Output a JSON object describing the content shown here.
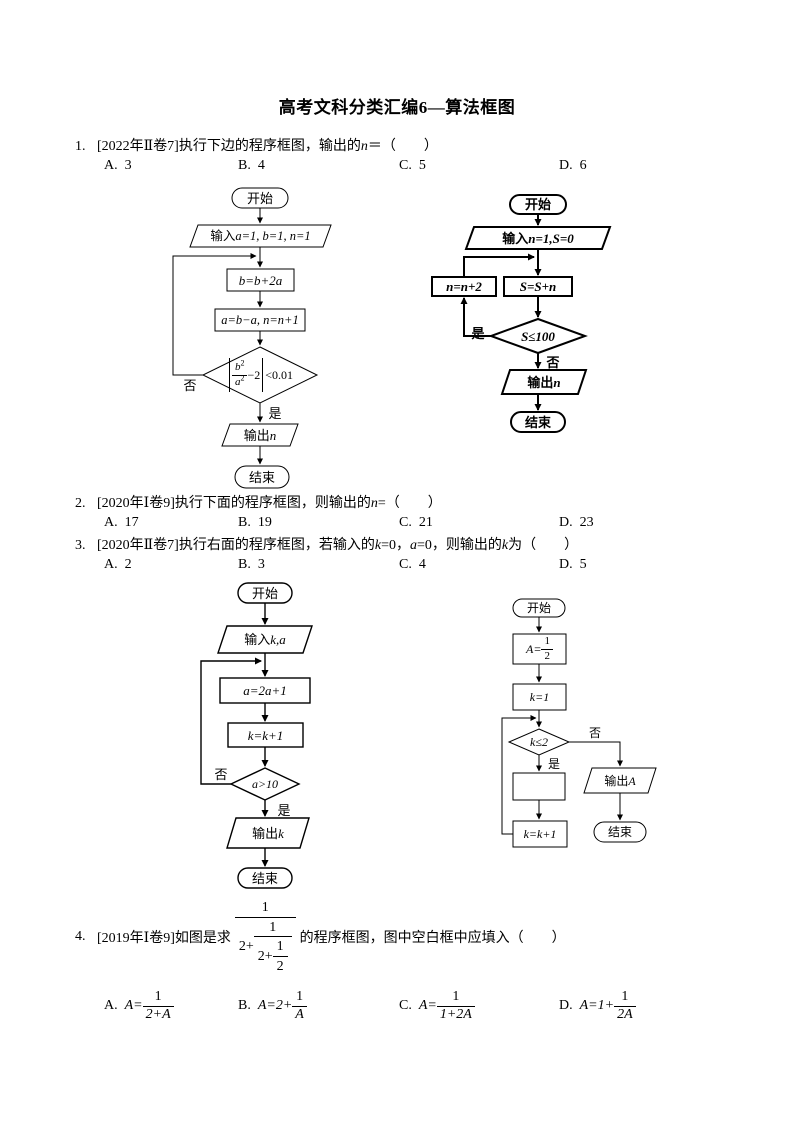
{
  "page": {
    "title": "高考文科分类汇编6—算法框图"
  },
  "q1": {
    "num": "1.",
    "pre": "[2022年Ⅱ卷7]执行下边的程序框图，输出的",
    "v1": "n",
    "tail": "＝（　　）",
    "options": [
      {
        "label": "A.",
        "value": "3"
      },
      {
        "label": "B.",
        "value": "4"
      },
      {
        "label": "C.",
        "value": "5"
      },
      {
        "label": "D.",
        "value": "6"
      }
    ]
  },
  "q2": {
    "num": "2.",
    "pre": "[2020年Ⅰ卷9]执行下面的程序框图，则输出的",
    "v1": "n",
    "tail": "=（　　）",
    "options": [
      {
        "label": "A.",
        "value": "17"
      },
      {
        "label": "B.",
        "value": "19"
      },
      {
        "label": "C.",
        "value": "21"
      },
      {
        "label": "D.",
        "value": "23"
      }
    ]
  },
  "q3": {
    "num": "3.",
    "pre": "[2020年Ⅱ卷7]执行右面的程序框图，若输入的",
    "m1": "k",
    "t1": "=0，",
    "m2": "a",
    "t2": "=0，则输出的",
    "m3": "k",
    "t3": "为（　　）",
    "options": [
      {
        "label": "A.",
        "value": "2"
      },
      {
        "label": "B.",
        "value": "3"
      },
      {
        "label": "C.",
        "value": "4"
      },
      {
        "label": "D.",
        "value": "5"
      }
    ]
  },
  "q4": {
    "num": "4.",
    "pre": "[2019年Ⅰ卷9]如图是求",
    "tail": "的程序框图，图中空白框中应填入（　　）",
    "expr": {
      "n1": "1",
      "p1": "2+",
      "n2": "1",
      "p2": "2+",
      "n3": "1",
      "d3": "2"
    },
    "options": [
      {
        "label": "A.",
        "pre": "A=",
        "fnum": "1",
        "fden": "2+A"
      },
      {
        "label": "B.",
        "pre": "A=2+",
        "fnum": "1",
        "fden": "A"
      },
      {
        "label": "C.",
        "pre": "A=",
        "fnum": "1",
        "fden": "1+2A"
      },
      {
        "label": "D.",
        "pre": "A=1+",
        "fnum": "1",
        "fden": "2A"
      }
    ]
  },
  "fc1": {
    "start": "开始",
    "in_pre": "输入",
    "in_math": "a=1, b=1, n=1",
    "box1": "b=b+2a",
    "box2": "a=b−a, n=n+1",
    "cond": {
      "nb": "b",
      "ns": "2",
      "db": "a",
      "ds": "2",
      "mid": "−2",
      "cmp": "<0.01"
    },
    "no": "否",
    "yes": "是",
    "out_pre": "输出",
    "out_math": "n",
    "end": "结束"
  },
  "fc2": {
    "start": "开始",
    "in_pre": "输入",
    "in_math": "n=1,S=0",
    "box_left": "n=n+2",
    "box_right": "S=S+n",
    "cond": "S≤100",
    "yes": "是",
    "no": "否",
    "out_pre": "输出",
    "out_math": "n",
    "end": "结束"
  },
  "fc3": {
    "start": "开始",
    "in_pre": "输入",
    "in_math": "k,a",
    "box1": "a=2a+1",
    "box2": "k=k+1",
    "cond": "a>10",
    "no": "否",
    "yes": "是",
    "out_pre": "输出",
    "out_math": "k",
    "end": "结束"
  },
  "fc4": {
    "start": "开始",
    "box1_pre": "A=",
    "box1_fnum": "1",
    "box1_fden": "2",
    "box2": "k=1",
    "cond": "k≤2",
    "no": "否",
    "yes": "是",
    "box4": "k=k+1",
    "out_pre": "输出",
    "out_math": "A",
    "end": "结束"
  }
}
